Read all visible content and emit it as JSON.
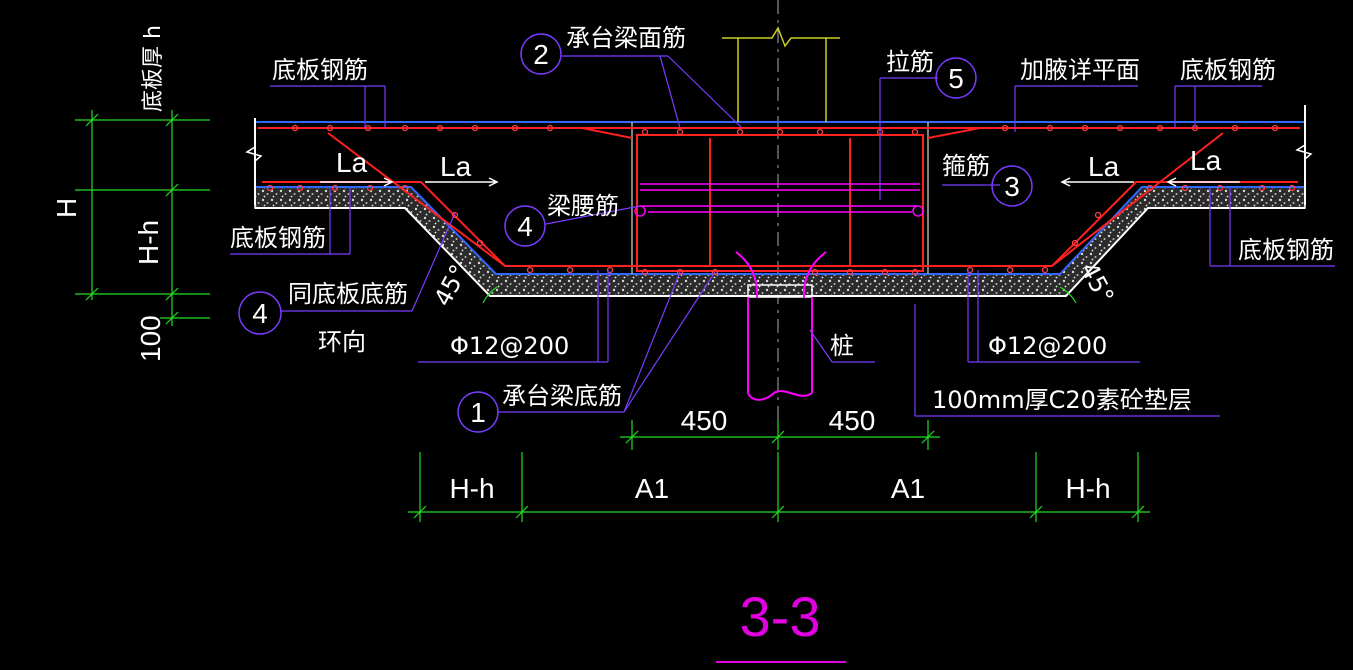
{
  "title": "3-3",
  "labels": {
    "bottom_slab_rebar": "底板钢筋",
    "slab_thickness": "底板厚 h",
    "cap_beam_top_rebar": "承台梁面筋",
    "tie_bar": "拉筋",
    "haunch_detail": "加腋详平面",
    "stirrup": "箍筋",
    "waist_bar": "梁腰筋",
    "same_as_slab_bottom": "同底板底筋",
    "ring_direction": "环向",
    "cap_beam_bottom_rebar": "承台梁底筋",
    "pile": "桩",
    "cushion": "100mm厚C20素砼垫层",
    "rebar_spec": "Φ12@200",
    "anchorage": "La",
    "angle": "45°"
  },
  "markers": {
    "m1": "1",
    "m2": "2",
    "m3": "3",
    "m4": "4",
    "m5": "5"
  },
  "dims": {
    "left_H": "H",
    "left_Hh": "H-h",
    "left_100": "100",
    "half_width": "450",
    "A1": "A1",
    "Hh": "H-h"
  },
  "colors": {
    "rebar": "#ff2020",
    "leader": "#7a3cff",
    "dimension": "#22dd22",
    "outline": "#ffffff",
    "concrete": "#3366ff",
    "pile": "#ff00ff",
    "column": "#cccc22",
    "title": "#e000e0"
  }
}
